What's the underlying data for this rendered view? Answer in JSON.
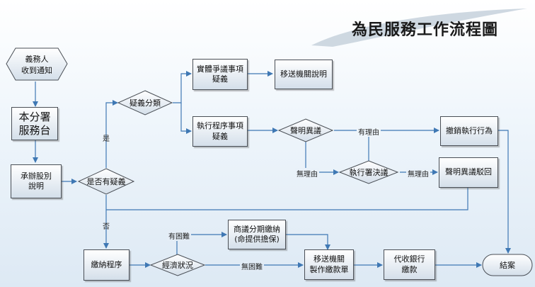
{
  "title": "為民服務工作流程圖",
  "nodes": {
    "start": "義務人\n收到通知",
    "service_desk": "本分署\n服務台",
    "explain": "承辦股別\n說明",
    "doubt": "是否有疑義",
    "classify": "疑義分類",
    "entity_dispute": "實體爭議事項\n疑義",
    "transfer_explain": "移送機關說明",
    "procedure_doubt": "執行程序事項\n疑義",
    "objection": "聲明異議",
    "revoke": "撤銷執行行為",
    "ruling": "執行署決議",
    "dismiss": "聲明異議駁回",
    "payment": "繳納程序",
    "economic": "經濟狀況",
    "installment": "商議分期繳納\n(命提供擔保)",
    "bill": "移送機關\n製作繳款單",
    "bank": "代收銀行\n繳款",
    "end": "結案"
  },
  "edge_labels": {
    "yes": "是",
    "no": "否",
    "reasonable": "有理由",
    "unreasonable_1": "無理由",
    "unreasonable_2": "無理由",
    "hardship": "有困難",
    "no_hardship": "無困難"
  },
  "colors": {
    "line": "#3f78b4",
    "border": "#4a4f56"
  }
}
